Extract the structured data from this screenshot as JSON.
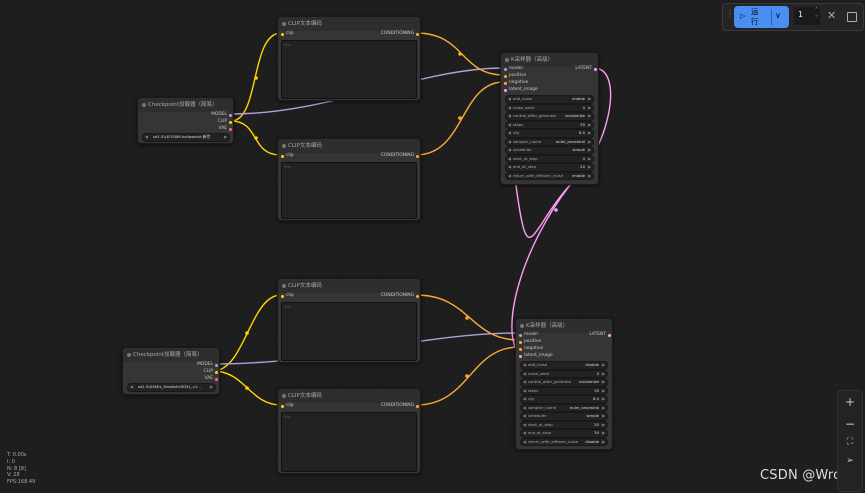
{
  "colors": {
    "clip": "#ffd500",
    "conditioning": "#ffa931",
    "model": "#b39ddb",
    "latent": "#ff9cf9",
    "vae": "#ff6e6e",
    "run_button": "#4a8ef2"
  },
  "run_toolbar": {
    "run_label": "运行",
    "batch_count": "1",
    "icons": [
      "grip-icon",
      "play-icon",
      "chevron-down-icon",
      "close-icon",
      "stop-icon"
    ]
  },
  "nodes": {
    "ckpt1": {
      "title": "Checkpoint加载器（简易）",
      "out_model": "MODEL",
      "out_clip": "CLIP",
      "out_vae": "VAE",
      "ckpt_name": "sd1.5\\LEOSAM-helloworld 新世"
    },
    "ckpt2": {
      "title": "Checkpoint加载器（简易）",
      "out_model": "MODEL",
      "out_clip": "CLIP",
      "out_vae": "VAE",
      "ckpt_name": "sd1.5\\XXMix_9realisticSDXL_v1..."
    },
    "clip1": {
      "title": "CLIP文本编码",
      "in_clip": "clip",
      "out_cond": "CONDITIONING",
      "text": "text"
    },
    "clip2": {
      "title": "CLIP文本编码",
      "in_clip": "clip",
      "out_cond": "CONDITIONING",
      "text": "text"
    },
    "clip3": {
      "title": "CLIP文本编码",
      "in_clip": "clip",
      "out_cond": "CONDITIONING",
      "text": "text"
    },
    "clip4": {
      "title": "CLIP文本编码",
      "in_clip": "clip",
      "out_cond": "CONDITIONING",
      "text": "text"
    },
    "ks1": {
      "title": "K采样器（高级）",
      "inputs": [
        "model",
        "positive",
        "negative",
        "latent_image"
      ],
      "out_latent": "LATENT",
      "widgets": [
        {
          "name": "add_noise",
          "value": "enable"
        },
        {
          "name": "noise_seed",
          "value": "0"
        },
        {
          "name": "control_after_generate",
          "value": "randomize"
        },
        {
          "name": "steps",
          "value": "30"
        },
        {
          "name": "cfg",
          "value": "8.0"
        },
        {
          "name": "sampler_name",
          "value": "euler_ancestral"
        },
        {
          "name": "scheduler",
          "value": "simple"
        },
        {
          "name": "start_at_step",
          "value": "0"
        },
        {
          "name": "end_at_step",
          "value": "20"
        },
        {
          "name": "return_with_leftover_noise",
          "value": "enable"
        }
      ]
    },
    "ks2": {
      "title": "K采样器（高级）",
      "inputs": [
        "model",
        "positive",
        "negative",
        "latent_image"
      ],
      "out_latent": "LATENT",
      "widgets": [
        {
          "name": "add_noise",
          "value": "disable"
        },
        {
          "name": "noise_seed",
          "value": "0"
        },
        {
          "name": "control_after_generate",
          "value": "randomize"
        },
        {
          "name": "steps",
          "value": "30"
        },
        {
          "name": "cfg",
          "value": "8.0"
        },
        {
          "name": "sampler_name",
          "value": "euler_ancestral"
        },
        {
          "name": "scheduler",
          "value": "simple"
        },
        {
          "name": "start_at_step",
          "value": "20"
        },
        {
          "name": "end_at_step",
          "value": "30"
        },
        {
          "name": "return_with_leftover_noise",
          "value": "disable"
        }
      ]
    }
  },
  "canvas_tools": [
    "zoom-in-icon",
    "zoom-out-icon",
    "fit-view-icon",
    "select-pointer-icon"
  ],
  "stats": {
    "t": "T: 0.00s",
    "i": "I: 0",
    "n": "N: 8 [8]",
    "v": "V: 28",
    "fps": "FPS:168.49"
  },
  "watermark": "CSDN @Wrop"
}
